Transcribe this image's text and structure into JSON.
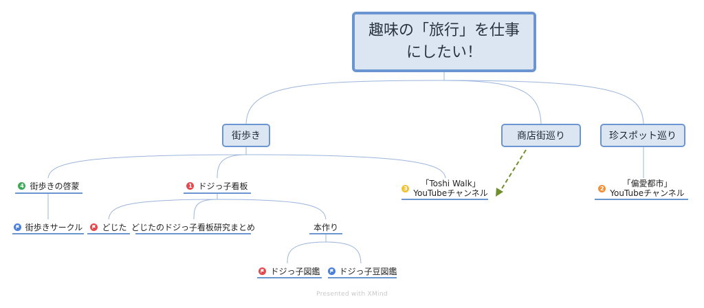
{
  "root": {
    "line1": "趣味の「旅行」を仕事",
    "line2": "にしたい！"
  },
  "main_topics": {
    "machi": "街歩き",
    "shoten": "商店街巡り",
    "chin": "珍スポット巡り"
  },
  "subtopics": {
    "keimo": {
      "label": "街歩きの啓蒙",
      "badge": "4"
    },
    "kanban": {
      "label": "ドジっ子看板",
      "badge": "1"
    },
    "toshi": {
      "line1": "「Toshi Walk」",
      "line2": "YouTubeチャンネル",
      "badge": "3"
    },
    "henai": {
      "line1": "「偏愛都市」",
      "line2": "YouTubeチャンネル",
      "badge": "2"
    },
    "circle": {
      "label": "街歩きサークル"
    },
    "dojita": {
      "label": "どじた"
    },
    "matome": {
      "label": "どじたのドジっ子看板研究まとめ"
    },
    "hon": {
      "label": "本作り"
    },
    "zukan": {
      "label": "ドジっ子図鑑"
    },
    "mame": {
      "label": "ドジっ子豆図鑑"
    }
  },
  "colors": {
    "line": "#6b95d0",
    "badge_green": "#3caa56",
    "badge_red": "#e5484d",
    "badge_yellow": "#f2c232",
    "badge_orange": "#f0913a",
    "flag_blue": "#4a7fdc",
    "flag_red": "#e5484d",
    "dashed_arrow": "#6e8f2c"
  },
  "footer": "Presented with XMind"
}
